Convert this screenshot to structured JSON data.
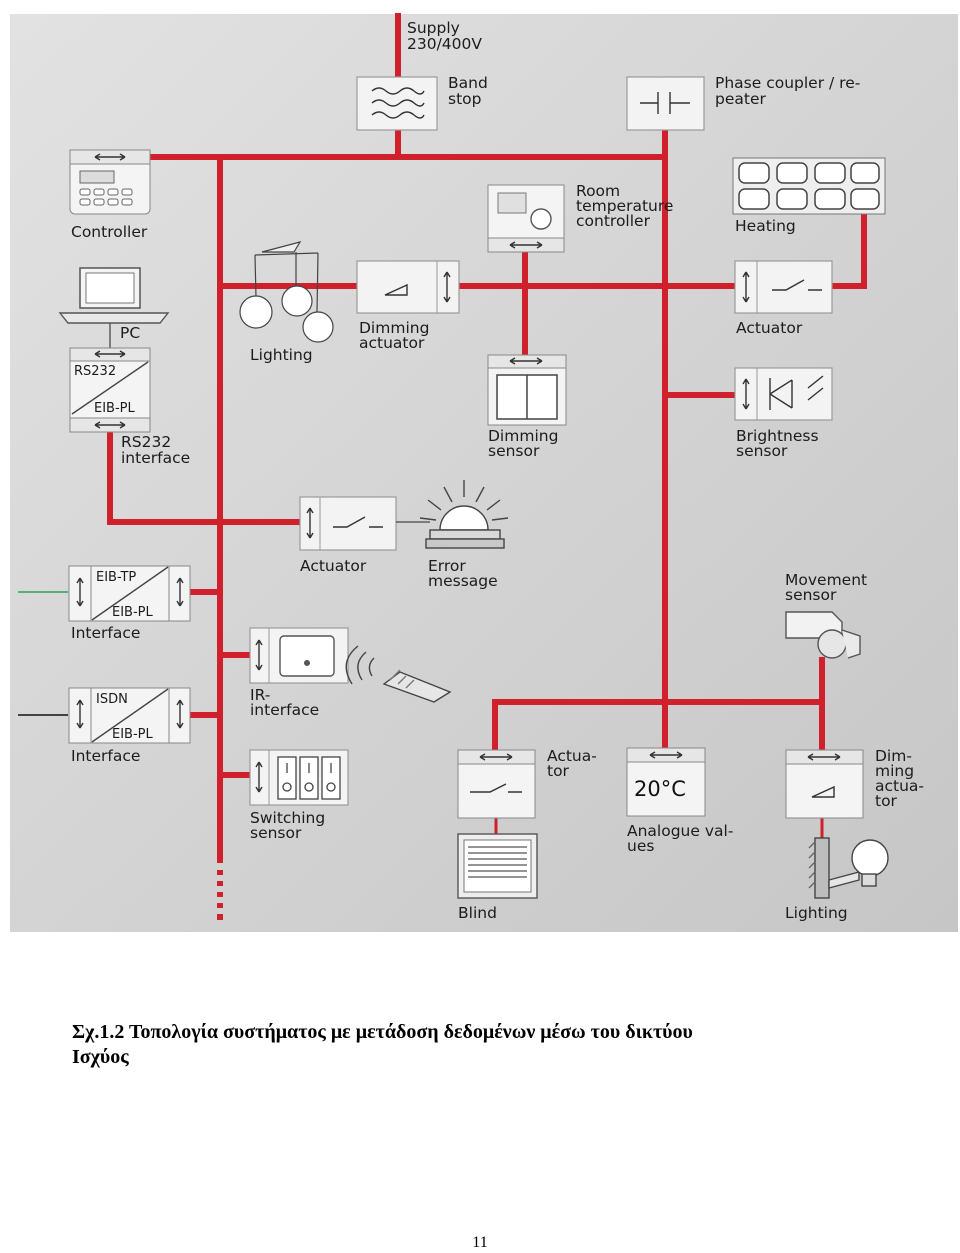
{
  "diagram": {
    "supply": [
      "Supply",
      "230/400V"
    ],
    "band_stop": [
      "Band",
      "stop"
    ],
    "phase_coupler": [
      "Phase coupler / re-",
      "peater"
    ],
    "controller": "Controller",
    "room_temp_controller": [
      "Room",
      "temperature",
      "controller"
    ],
    "heating": "Heating",
    "pc": "PC",
    "lighting_top": "Lighting",
    "dimming_actuator_top": [
      "Dimming",
      "actuator"
    ],
    "actuator_right": "Actuator",
    "rs232_box": [
      "RS232",
      "EIB-PL"
    ],
    "rs232_interface": [
      "RS232",
      "interface"
    ],
    "dimming_sensor": [
      "Dimming",
      "sensor"
    ],
    "brightness_sensor": [
      "Brightness",
      "sensor"
    ],
    "actuator_mid": "Actuator",
    "error_message": [
      "Error",
      "message"
    ],
    "eib_tp_box": [
      "EIB-TP",
      "EIB-PL"
    ],
    "interface_1": "Interface",
    "movement_sensor": [
      "Movement",
      "sensor"
    ],
    "ir_interface": [
      "IR-",
      "interface"
    ],
    "isdn_box": [
      "ISDN",
      "EIB-PL"
    ],
    "interface_2": "Interface",
    "actuator_bottom": [
      "Actua-",
      "tor"
    ],
    "temperature_display": "20°C",
    "analogue_values": [
      "Analogue val-",
      "ues"
    ],
    "dimming_actuator_bottom": [
      "Dim-",
      "ming",
      "actua-",
      "tor"
    ],
    "switching_sensor": [
      "Switching",
      "sensor"
    ],
    "blind": "Blind",
    "lighting_bottom": "Lighting"
  },
  "caption": {
    "line1": "Σχ.1.2 Τοπολογία συστήματος με μετάδοση δεδομένων μέσω του δικτύου",
    "line2": "Ισχύος"
  },
  "page_number": "11",
  "colors": {
    "bus_line": "#d0202c",
    "panel_background": "#d6d6d6"
  }
}
